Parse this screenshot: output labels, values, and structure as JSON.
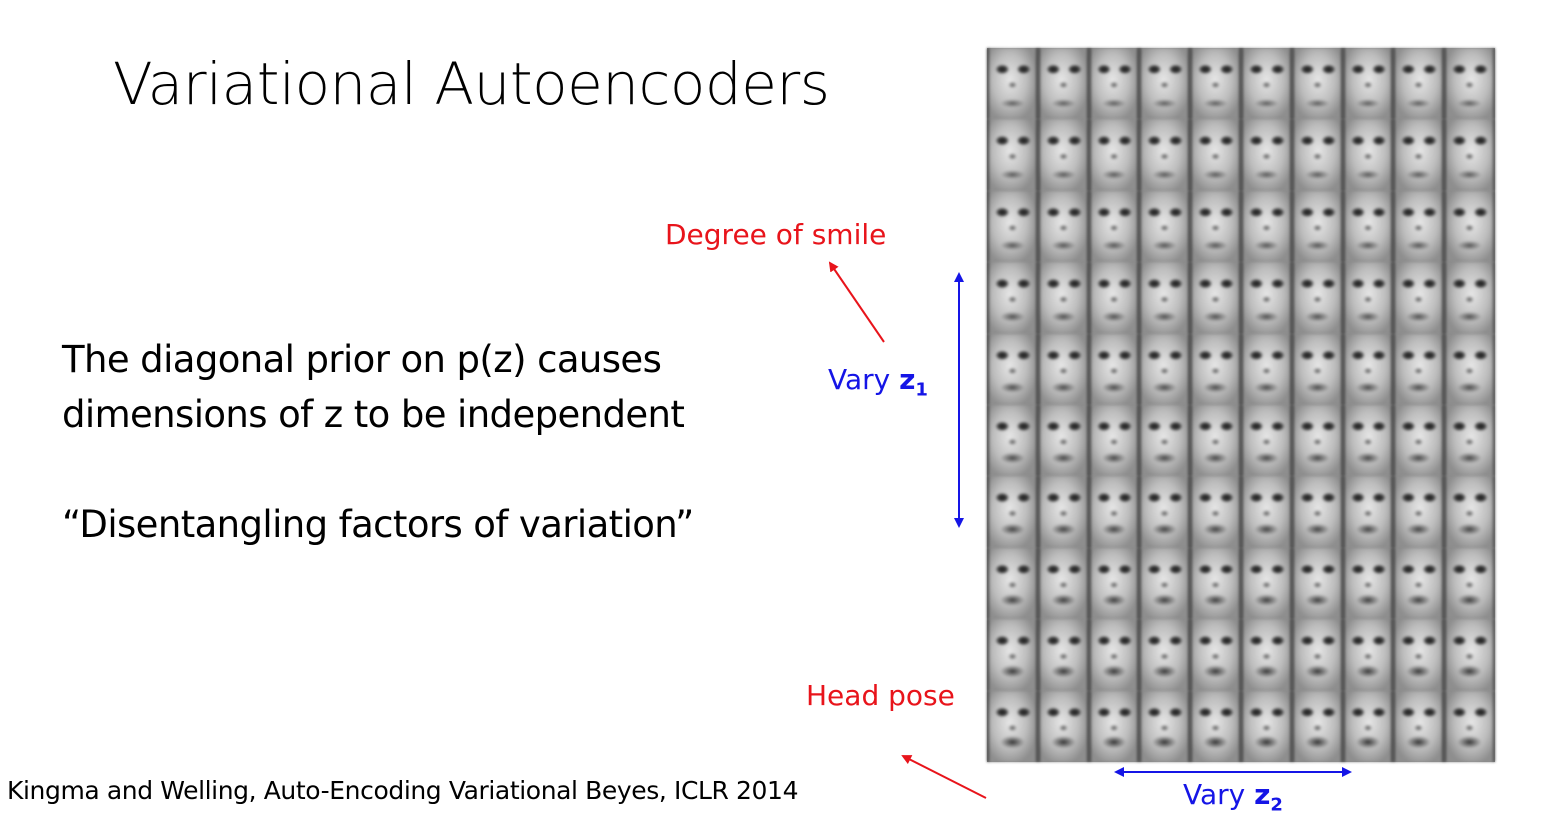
{
  "slide": {
    "title": "Variational Autoencoders",
    "body_lines": [
      "The diagonal prior on p(z) causes",
      "dimensions of z to be independent",
      "“Disentangling factors of variation”"
    ],
    "citation": "Kingma and Welling, Auto-Encoding Variational Beyes, ICLR 2014"
  },
  "figure": {
    "grid_rows": 10,
    "grid_cols": 10,
    "annotations": {
      "smile_label": "Degree of smile",
      "pose_label": "Head pose",
      "vary_z1_prefix": "Vary ",
      "vary_z1_var": "z",
      "vary_z1_sub": "1",
      "vary_z2_prefix": "Vary ",
      "vary_z2_var": "z",
      "vary_z2_sub": "2"
    },
    "colors": {
      "red": "#e8141b",
      "blue": "#1515e6"
    }
  }
}
